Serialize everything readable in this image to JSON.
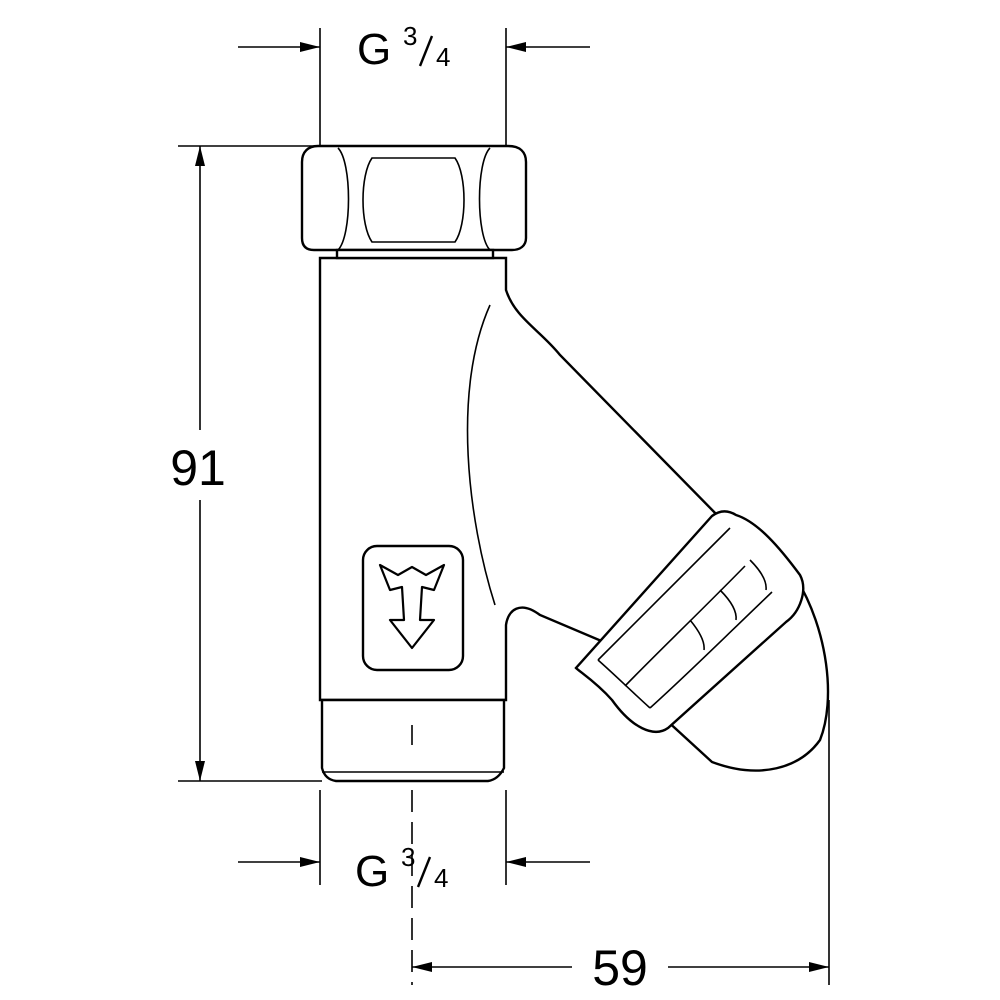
{
  "dimensions": {
    "top_thread": {
      "letter": "G",
      "numerator": "3",
      "denominator": "4"
    },
    "bottom_thread": {
      "letter": "G",
      "numerator": "3",
      "denominator": "4"
    },
    "height": "91",
    "width": "59"
  },
  "icons": {
    "flow": "flow-direction-arrow-icon"
  }
}
